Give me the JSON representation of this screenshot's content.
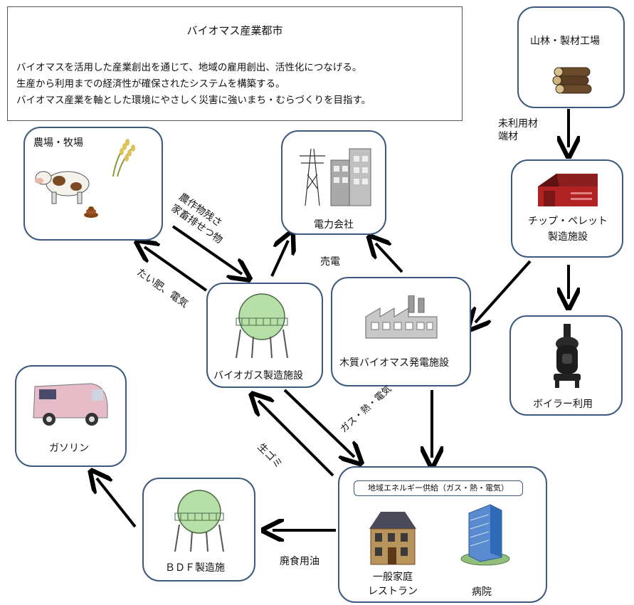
{
  "intro": {
    "title": "バイオマス産業都市",
    "lines": [
      "バイオマスを活用した産業創出を通じて、地域の雇用創出、活性化につなげる。",
      "生産から利用までの経済性が確保されたシステムを構築する。",
      "バイオマス産業を軸とした環境にやさしく災害に強いまち・むらづくりを目指す。"
    ]
  },
  "nodes": {
    "farm": "農場・牧場",
    "power_company": "電力会社",
    "forest": "山林・製材工場",
    "chip_pellet": [
      "チップ・ペレット",
      "製造施設"
    ],
    "biogas": "バイオガス製造施設",
    "wood_power": "木質バイオマス発電施設",
    "boiler": "ボイラー利用",
    "gasoline": "ガソリン",
    "bdf": "ＢＤＦ製造施",
    "local_supply": "地域エネルギー供給（ガス・熱・電気）",
    "household": [
      "一般家庭",
      "レストラン"
    ],
    "hospital": "病院"
  },
  "flows": {
    "unused": [
      "未利用材",
      "端材"
    ],
    "crop_residue": [
      "農作物残さ",
      "家畜排せつ物"
    ],
    "compost": "たい肥、電気",
    "sell_power": "売電",
    "gas_heat_power": "ガス・熱・電気",
    "food_waste": "生ゴミ",
    "waste_oil": "廃食用油"
  }
}
